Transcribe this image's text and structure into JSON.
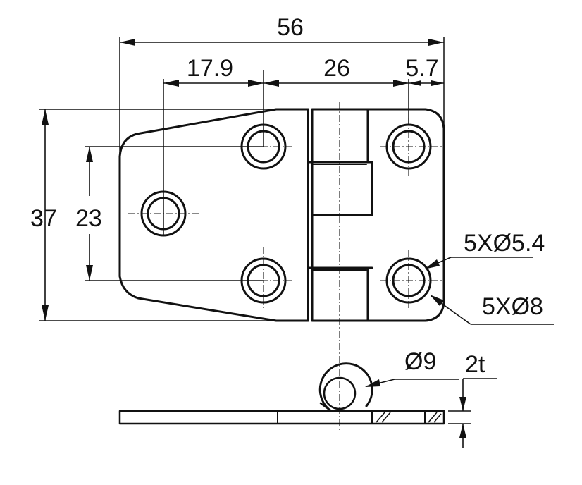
{
  "drawing": {
    "overall_width": "56",
    "hole_offset_left": "17.9",
    "hinge_span": "26",
    "hole_offset_right": "5.7",
    "overall_height": "37",
    "hole_spacing": "23",
    "small_hole_callout": "5XØ5.4",
    "large_hole_callout": "5XØ8",
    "knuckle_diameter": "Ø9",
    "thickness": "2t"
  }
}
